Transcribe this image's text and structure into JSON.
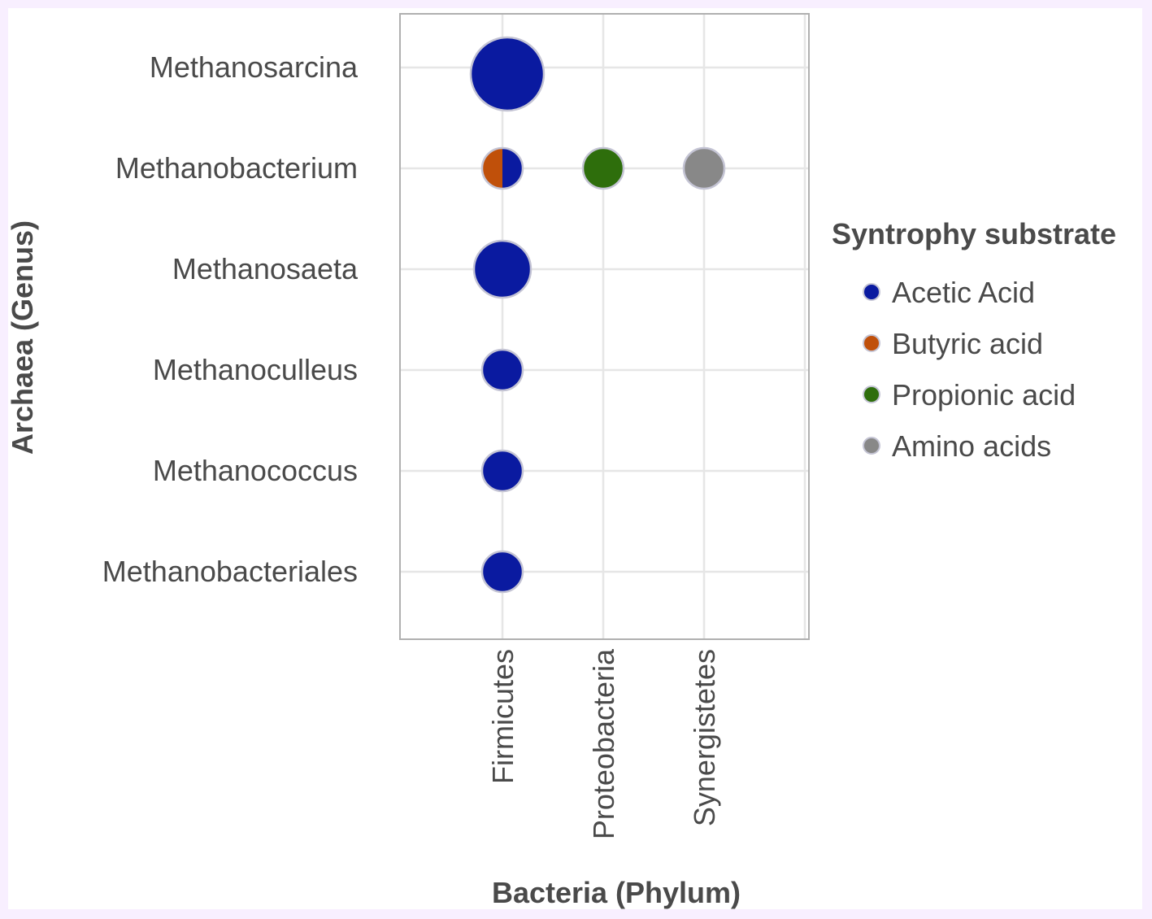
{
  "chart_data": {
    "type": "scatter",
    "xlabel": "Bacteria (Phylum)",
    "ylabel": "Archaea (Genus)",
    "x_categories": [
      "Firmicutes",
      "Proteobacteria",
      "Synergistetes"
    ],
    "y_categories": [
      "Methanosarcina",
      "Methanobacterium",
      "Methanosaeta",
      "Methanoculleus",
      "Methanococcus",
      "Methanobacteriales"
    ],
    "grid": true,
    "legend": {
      "title": "Syntrophy substrate",
      "placement": "right",
      "entries": [
        {
          "name": "Acetic Acid",
          "color": "#0a1aa0"
        },
        {
          "name": "Butyric acid",
          "color": "#c0500a"
        },
        {
          "name": "Propionic acid",
          "color": "#2e6e0c"
        },
        {
          "name": "Amino acids",
          "color": "#888888"
        }
      ]
    },
    "points": [
      {
        "x": "Firmicutes",
        "y": "Methanosarcina",
        "size": 3,
        "substrates": [
          "Acetic Acid"
        ]
      },
      {
        "x": "Firmicutes",
        "y": "Methanobacterium",
        "size": 1,
        "substrates": [
          "Butyric acid",
          "Acetic Acid"
        ]
      },
      {
        "x": "Proteobacteria",
        "y": "Methanobacterium",
        "size": 1,
        "substrates": [
          "Propionic acid"
        ]
      },
      {
        "x": "Synergistetes",
        "y": "Methanobacterium",
        "size": 1,
        "substrates": [
          "Amino acids"
        ]
      },
      {
        "x": "Firmicutes",
        "y": "Methanosaeta",
        "size": 2,
        "substrates": [
          "Acetic Acid"
        ]
      },
      {
        "x": "Firmicutes",
        "y": "Methanoculleus",
        "size": 1,
        "substrates": [
          "Acetic Acid"
        ]
      },
      {
        "x": "Firmicutes",
        "y": "Methanococcus",
        "size": 1,
        "substrates": [
          "Acetic Acid"
        ]
      },
      {
        "x": "Firmicutes",
        "y": "Methanobacteriales",
        "size": 1,
        "substrates": [
          "Acetic Acid"
        ]
      }
    ]
  }
}
